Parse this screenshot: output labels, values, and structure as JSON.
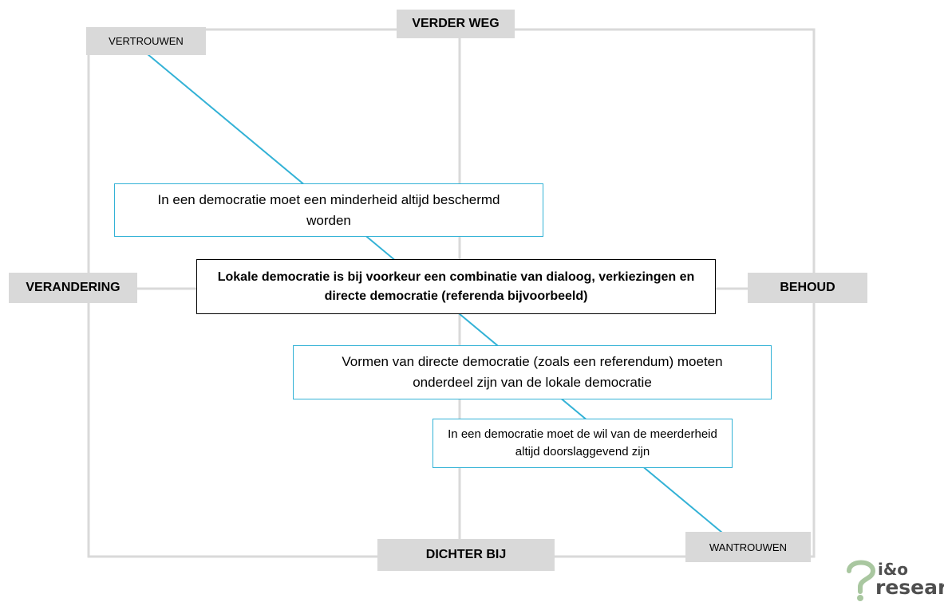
{
  "axis": {
    "top": "VERDER WEG",
    "bottom": "DICHTER BIJ",
    "left": "VERANDERING",
    "right": "BEHOUD"
  },
  "corners": {
    "top_left": "VERTROUWEN",
    "bottom_right": "WANTROUWEN"
  },
  "statements": {
    "s1": "In een democratie moet een minderheid altijd beschermd worden",
    "main": "Lokale democratie is bij voorkeur een combinatie van dialoog, verkiezingen en directe democratie (referenda bijvoorbeeld)",
    "s3": "Vormen van directe democratie (zoals een referendum) moeten onderdeel zijn van de lokale democratie",
    "s4": "In een democratie moet de wil van de meerderheid altijd doorslaggevend zijn"
  },
  "logo": {
    "line1": "i&o",
    "line2": "research"
  },
  "colors": {
    "frame": "#d9d9d9",
    "diagonal": "#33b2d6",
    "label_bg": "#d9d9d9",
    "logo": "#a9c7a0",
    "logo_text": "#4f4f4f"
  }
}
